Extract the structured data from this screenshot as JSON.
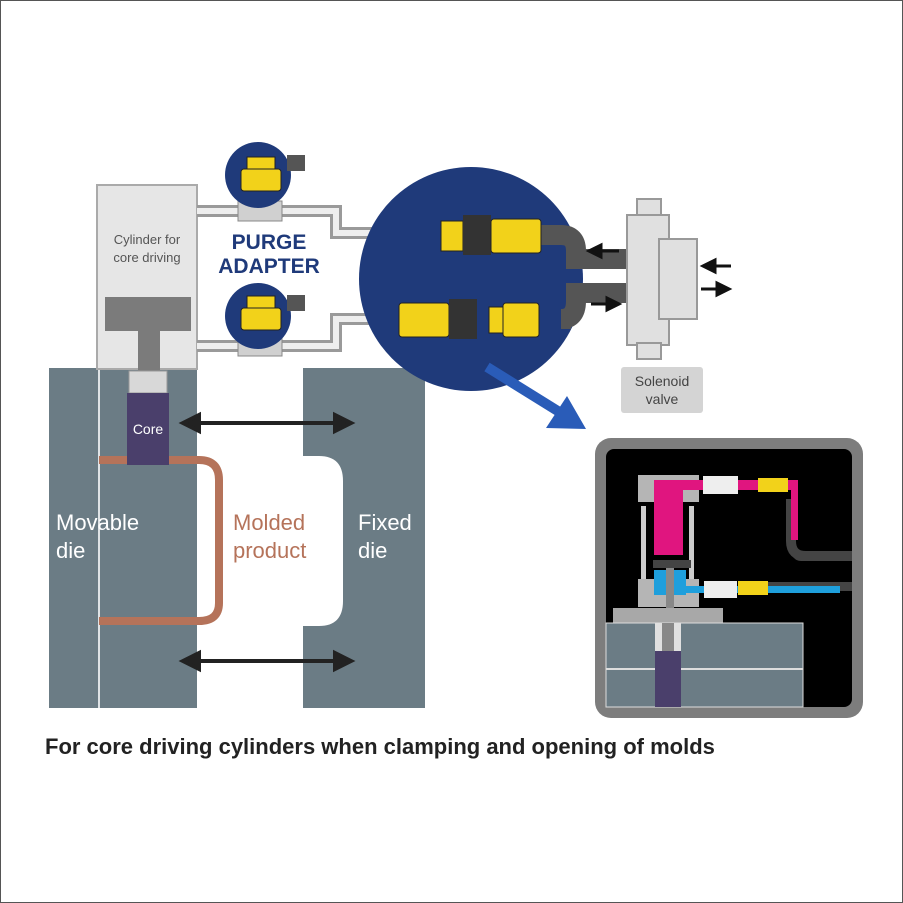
{
  "labels": {
    "cylinder": [
      "Cylinder for",
      "core driving"
    ],
    "purge_adapter": [
      "PURGE",
      "ADAPTER"
    ],
    "core": "Core",
    "movable_die": [
      "Movable",
      "die"
    ],
    "molded_product": [
      "Molded",
      "product"
    ],
    "fixed_die": [
      "Fixed",
      "die"
    ],
    "solenoid_valve": [
      "Solenoid",
      "valve"
    ]
  },
  "caption": "For core driving cylinders when clamping and opening of molds",
  "colors": {
    "die": "#6b7c85",
    "navy": "#1f3a7a",
    "yellow": "#f2d21a",
    "product": "#b5735a",
    "core": "#4a3f6b",
    "magenta": "#e0157f",
    "cyan": "#1e9fdc",
    "arrow_blue": "#2a5cb8"
  }
}
